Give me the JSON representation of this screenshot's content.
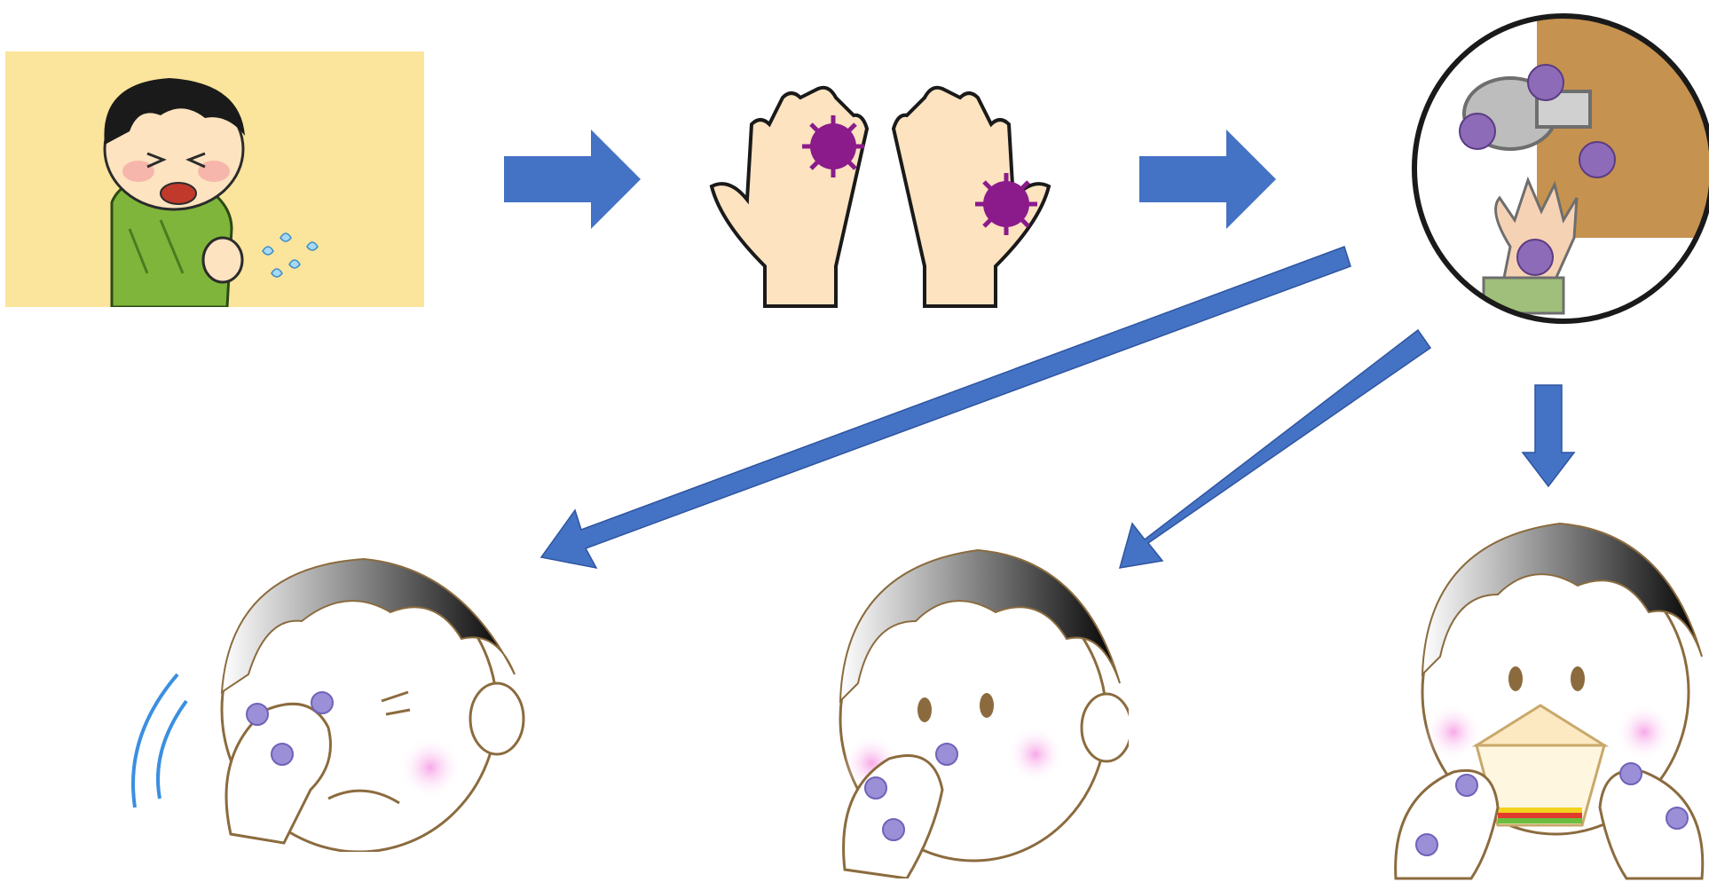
{
  "colors": {
    "arrow": "#4472C4",
    "panel_yellow": "#FBE49B",
    "virus_dark": "#8B1A8B",
    "virus_light": "#9B8FD8",
    "skin": "#FDE3C0",
    "shirt": "#7FB53A",
    "hair": "#1A1A1A",
    "wood": "#C6924F"
  },
  "icons": [
    "sneezing-boy",
    "virus-on-hands",
    "doorknob-contact",
    "rubbing-eye",
    "touching-mouth",
    "eating-sandwich"
  ]
}
